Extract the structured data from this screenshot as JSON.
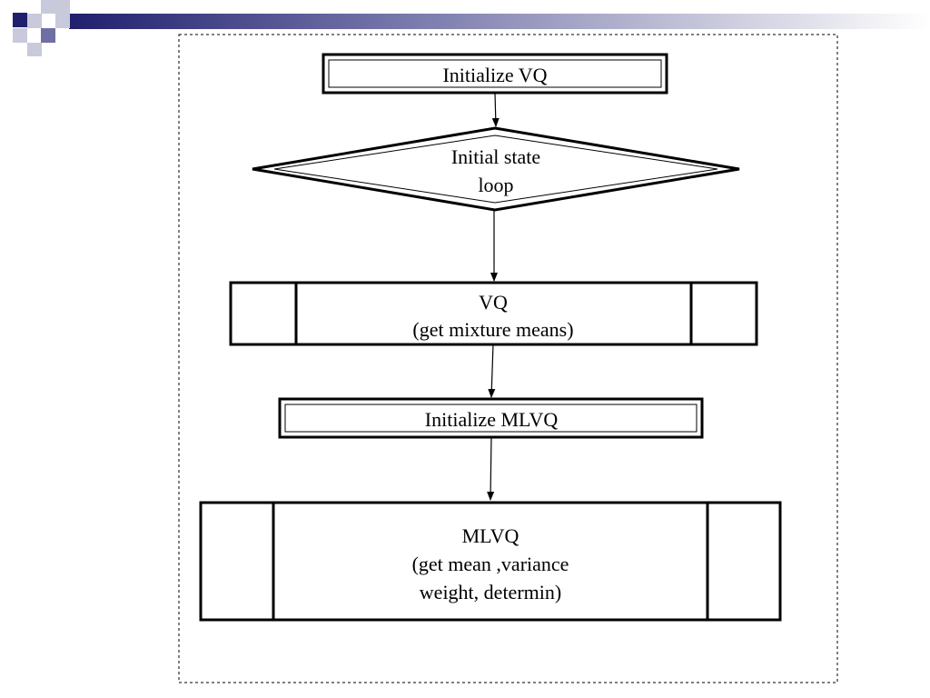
{
  "colors": {
    "header_dark": "#1f1f6e",
    "header_mid": "#6f6fa6",
    "header_light": "#c9c9dc",
    "stroke": "#000000",
    "background": "#ffffff"
  },
  "flowchart": {
    "initialize_vq": {
      "label": "Initialize VQ"
    },
    "initial_state_loop": {
      "line1": "Initial state",
      "line2": "loop"
    },
    "vq": {
      "line1": "VQ",
      "line2": "(get mixture means)"
    },
    "initialize_mlvq": {
      "label": "Initialize MLVQ"
    },
    "mlvq": {
      "line1": "MLVQ",
      "line2": "(get mean ,variance",
      "line3": "weight, determin)"
    }
  }
}
